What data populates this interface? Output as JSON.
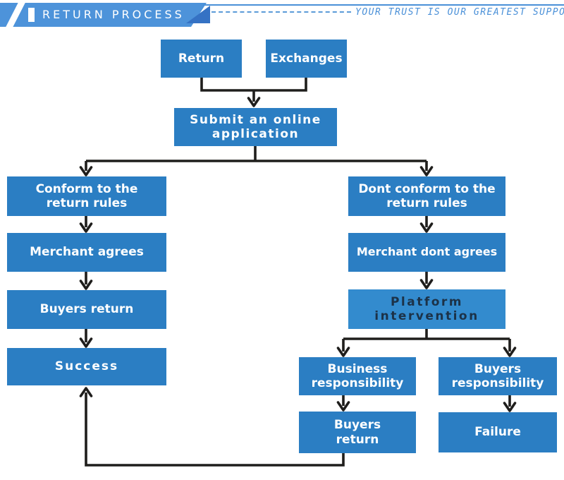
{
  "header": {
    "badge_icon": "white-bar-icon",
    "title": "RETURN PROCESS",
    "tagline": "YOUR TRUST IS OUR GREATEST SUPPORT"
  },
  "colors": {
    "ribbon_blue": "#4d93da",
    "fold_blue": "#3572c4",
    "accent_blue": "#4a90d8",
    "box_blue": "#2b7ec3",
    "platform_box_blue": "#338bce",
    "platform_text_navy": "#1c3248",
    "connector_black": "#1f1e1c"
  },
  "flowchart": {
    "nodes": {
      "return": {
        "label": "Return"
      },
      "exchanges": {
        "label": "Exchanges"
      },
      "submit": {
        "label": "Submit an online\napplication"
      },
      "conform": {
        "label": "Conform to the\nreturn rules"
      },
      "merchant_agrees": {
        "label": "Merchant agrees"
      },
      "buyers_return_left": {
        "label": "Buyers return"
      },
      "success": {
        "label": "Success"
      },
      "dont_conform": {
        "label": "Dont conform to the\nreturn rules"
      },
      "merchant_dont_agrees": {
        "label": "Merchant dont agrees"
      },
      "platform": {
        "label": "Platform\nintervention"
      },
      "business_resp": {
        "label": "Business\nresponsibility"
      },
      "buyers_resp": {
        "label": "Buyers\nresponsibility"
      },
      "buyers_return_bottom": {
        "label": "Buyers\nreturn"
      },
      "failure": {
        "label": "Failure"
      }
    }
  }
}
